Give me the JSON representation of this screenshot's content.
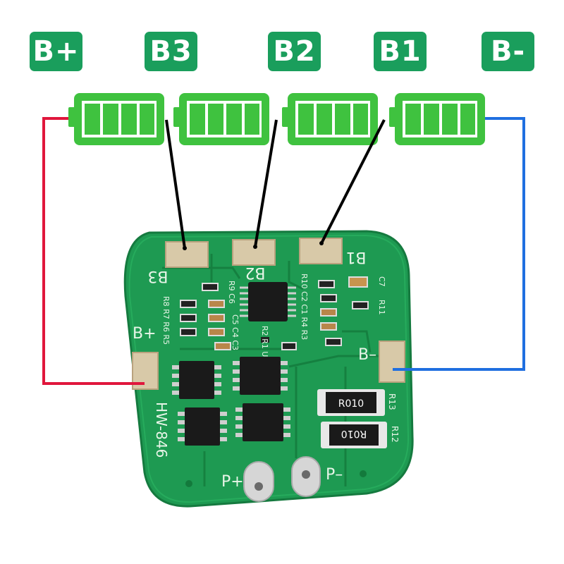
{
  "labels": {
    "b_plus": "B+",
    "b3": "B3",
    "b2": "B2",
    "b1": "B1",
    "b_minus": "B-"
  },
  "board": {
    "pad_b3": "B3",
    "pad_b2": "B2",
    "pad_b1": "B1",
    "pad_b_plus": "B+",
    "pad_b_minus": "B–",
    "p_plus": "P+",
    "p_minus": "P–",
    "model": "HW-846",
    "resistor_marking_1": "R010",
    "resistor_marking_2": "R010",
    "silk_r13": "R13",
    "silk_r12": "R12",
    "silk_left_1": "R8 R7 R6 R5",
    "silk_top_1": "R9 C6",
    "silk_mid_1": "C5 C4 C3",
    "silk_right_1": "R10 C2 C1 R4 R3",
    "silk_u1": "R2 R1 U1",
    "silk_c7": "C7",
    "silk_r11": "R11"
  },
  "colors": {
    "label_bg": "#1a9e5c",
    "battery": "#3fc23f",
    "battery_cell": "#7be06a",
    "pcb": "#1e9a52",
    "wire_positive": "#e0163c",
    "wire_negative": "#1f6fe0",
    "wire_balance": "#000000"
  }
}
